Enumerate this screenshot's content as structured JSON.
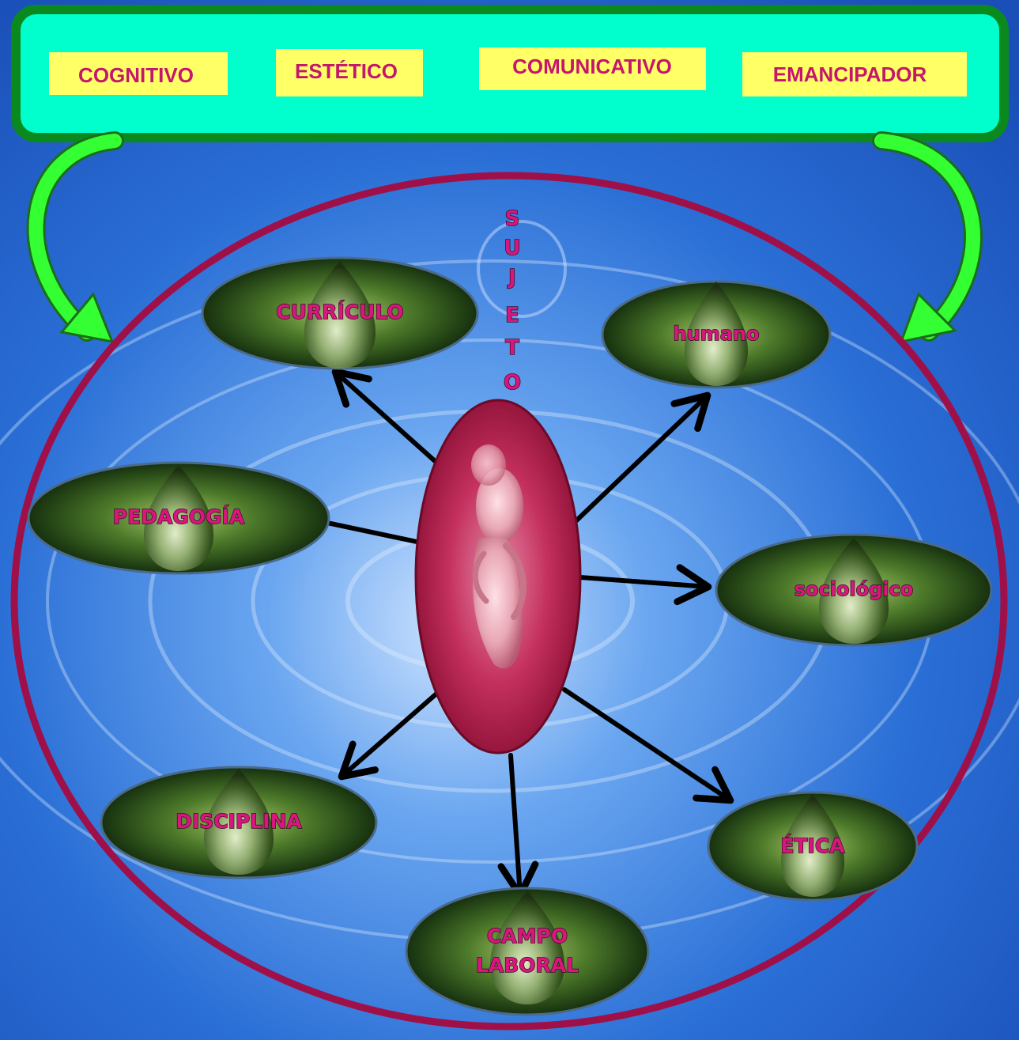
{
  "header": {
    "labels": [
      "COGNITIVO",
      "ESTÉTICO",
      "COMUNICATIVO",
      "EMANCIPADOR"
    ]
  },
  "center": {
    "vertical_title": "SUJETO",
    "icon": "embryo-icon"
  },
  "nodes": {
    "curriculo": "CURRÍCULO",
    "humano": "humano",
    "pedagogia": "PEDAGOGÍA",
    "sociologico": "sociológico",
    "disciplina": "DISCIPLINA",
    "etica": "ÉTICA",
    "campo_laboral_line1": "CAMPO",
    "campo_laboral_line2": "LABORAL"
  },
  "colors": {
    "header_fill": "#00ffcc",
    "header_border": "#0a8a1e",
    "label_box": "#ffff66",
    "label_text": "#c4166e",
    "circle_border": "#a01048",
    "node_text": "#d8177e",
    "curved_arrow": "#33ff33",
    "background": "#2a6fd6"
  }
}
